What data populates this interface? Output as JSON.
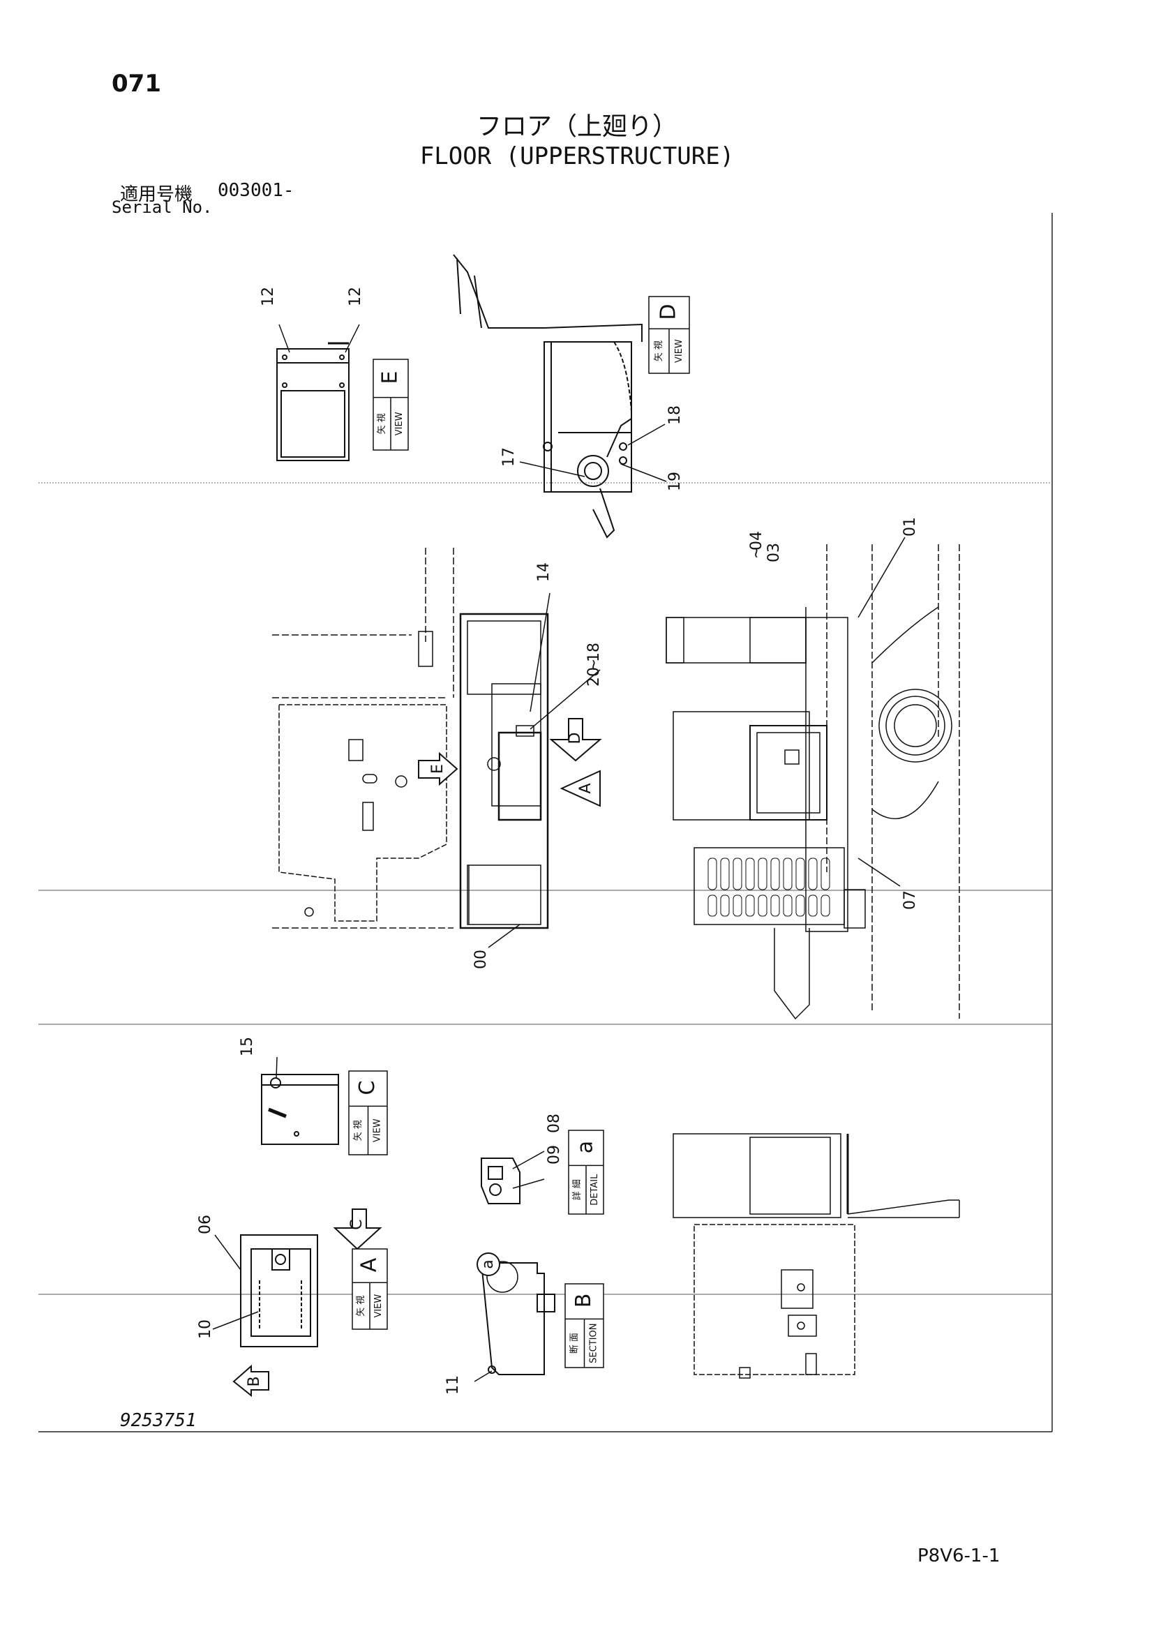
{
  "header": {
    "page_number": "071",
    "title_ja": "フロア（上廻り）",
    "title_en": "FLOOR (UPPERSTRUCTURE)",
    "serial_label_ja": "適用号機",
    "serial_value": "003001-",
    "serial_label_en": "Serial No."
  },
  "views": [
    {
      "id": "E",
      "ja": "矢 視",
      "en": "VIEW",
      "letter": "E"
    },
    {
      "id": "D",
      "ja": "矢 視",
      "en": "VIEW",
      "letter": "D"
    },
    {
      "id": "C",
      "ja": "矢 視",
      "en": "VIEW",
      "letter": "C"
    },
    {
      "id": "A",
      "ja": "矢 視",
      "en": "VIEW",
      "letter": "A"
    },
    {
      "id": "a",
      "ja": "詳 細",
      "en": "DETAIL",
      "letter": "a"
    },
    {
      "id": "B",
      "ja": "断 面",
      "en": "SECTION",
      "letter": "B"
    }
  ],
  "part_labels": [
    "12",
    "12",
    "17",
    "18",
    "19",
    "14",
    "18",
    "~",
    "20",
    "04",
    "~",
    "03",
    "01",
    "07",
    "00",
    "15",
    "08",
    "09",
    "06",
    "10",
    "11"
  ],
  "arrow_letters": [
    "E",
    "D",
    "A",
    "C",
    "B",
    "a"
  ],
  "footer": {
    "drawing_number": "9253751",
    "reference_code": "P8V6-1-1"
  }
}
